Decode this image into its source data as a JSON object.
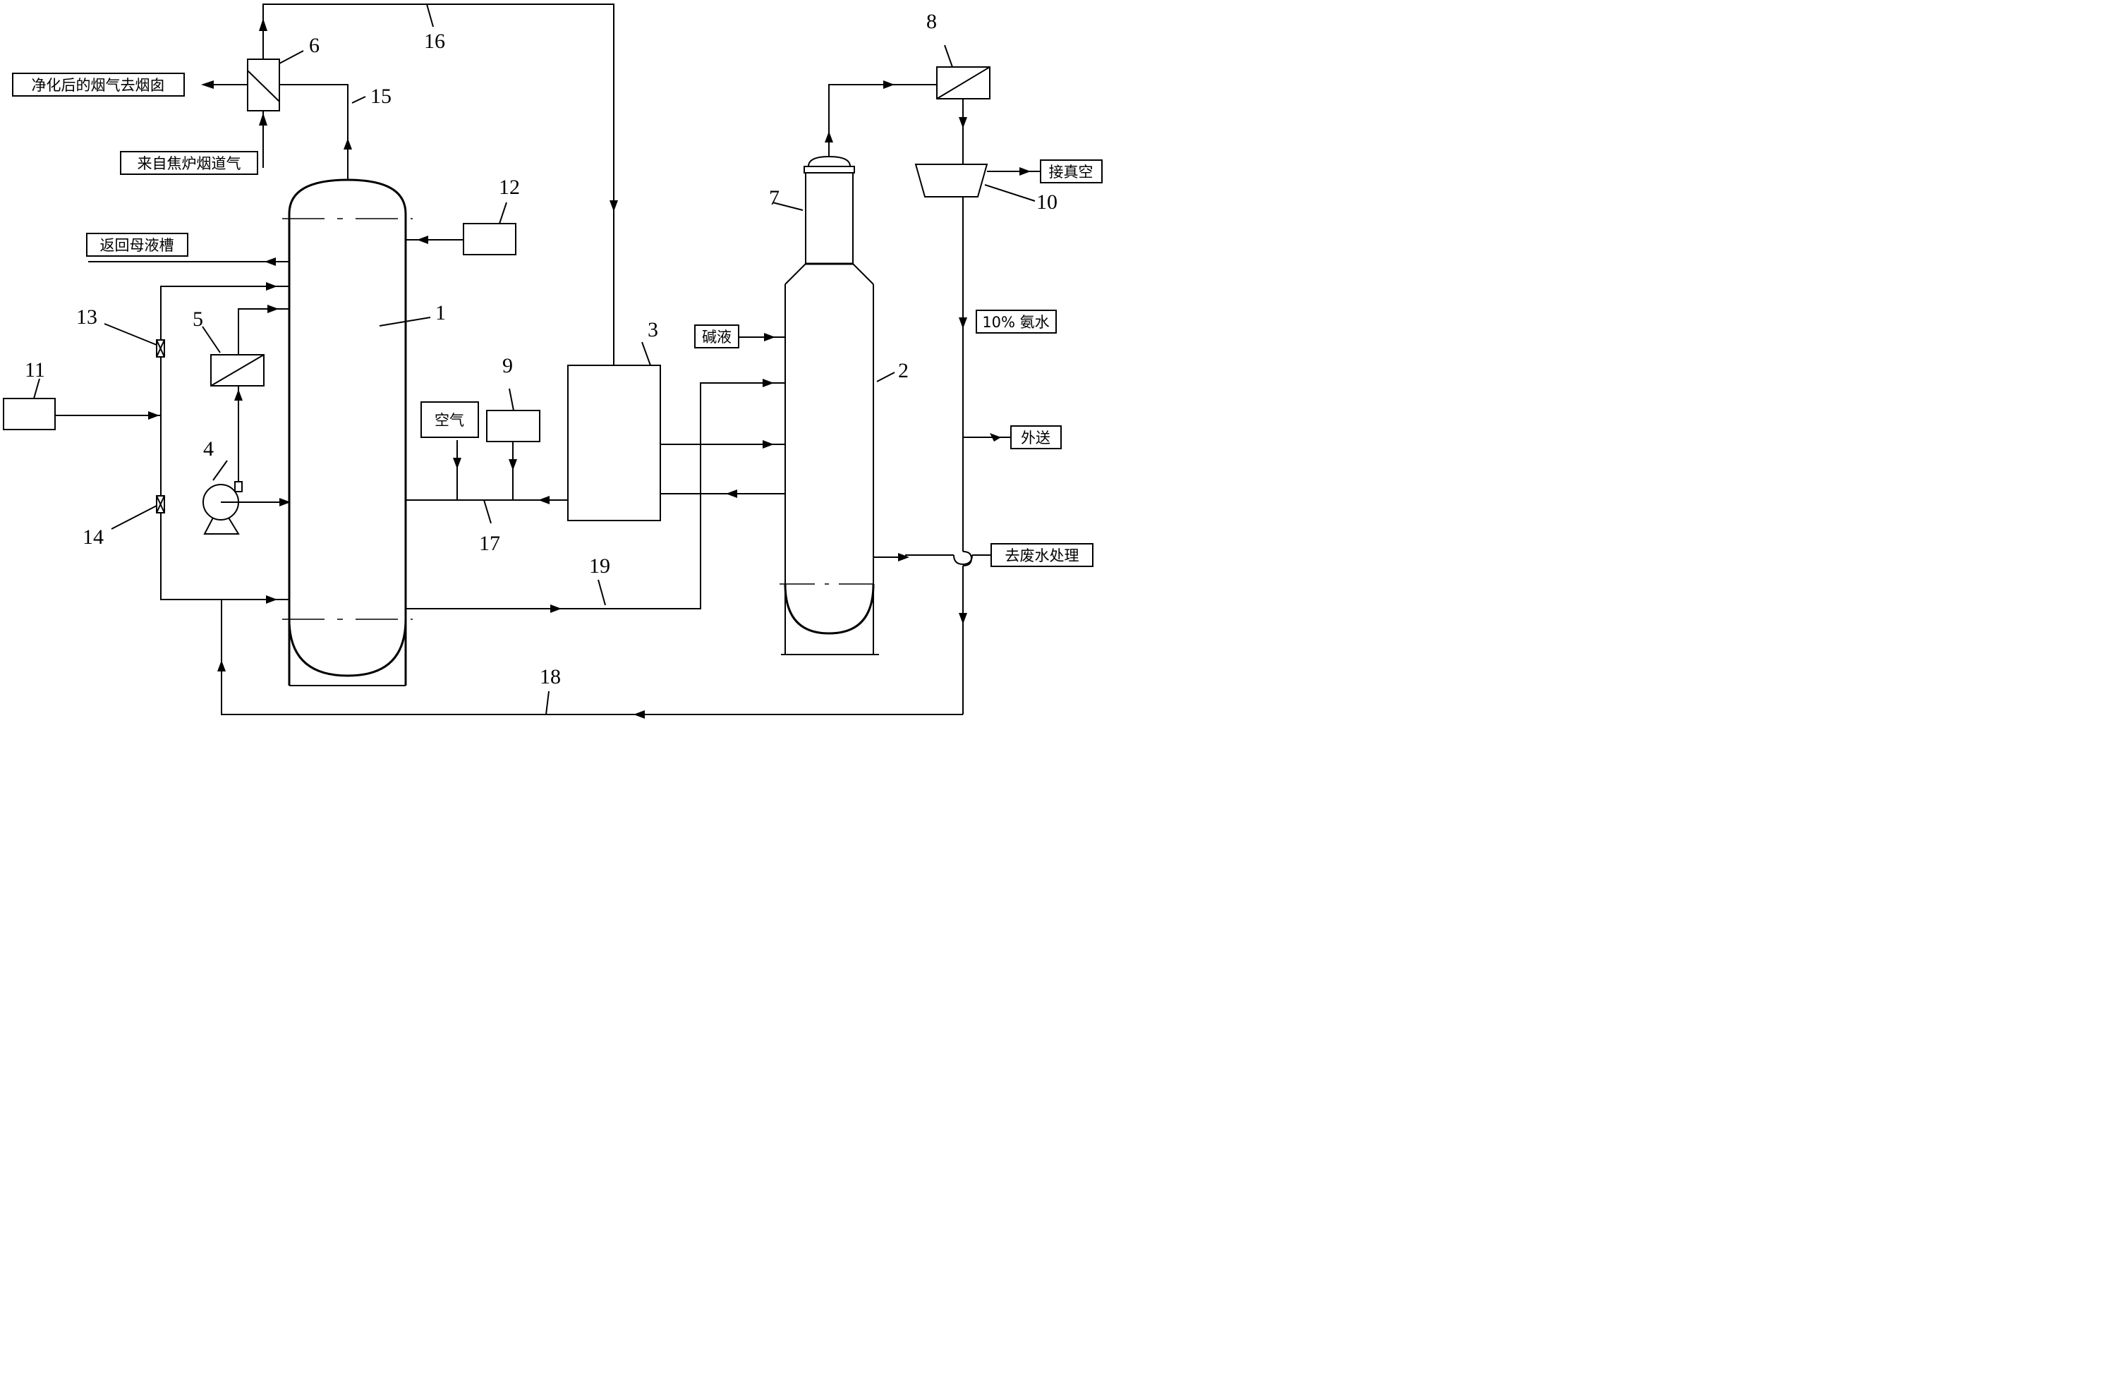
{
  "numbers": {
    "n1": "1",
    "n2": "2",
    "n3": "3",
    "n4": "4",
    "n5": "5",
    "n6": "6",
    "n7": "7",
    "n8": "8",
    "n9": "9",
    "n10": "10",
    "n11": "11",
    "n12": "12",
    "n13": "13",
    "n14": "14",
    "n15": "15",
    "n16": "16",
    "n17": "17",
    "n18": "18",
    "n19": "19"
  },
  "labels": {
    "purified": "净化后的烟气去烟囱",
    "flue_gas": "来自焦炉烟道气",
    "return_tank": "返回母液槽",
    "alkali": "碱液",
    "air": "空气",
    "vacuum": "接真空",
    "ammonia": "10% 氨水",
    "export": "外送",
    "wastewater": "去废水处理"
  }
}
